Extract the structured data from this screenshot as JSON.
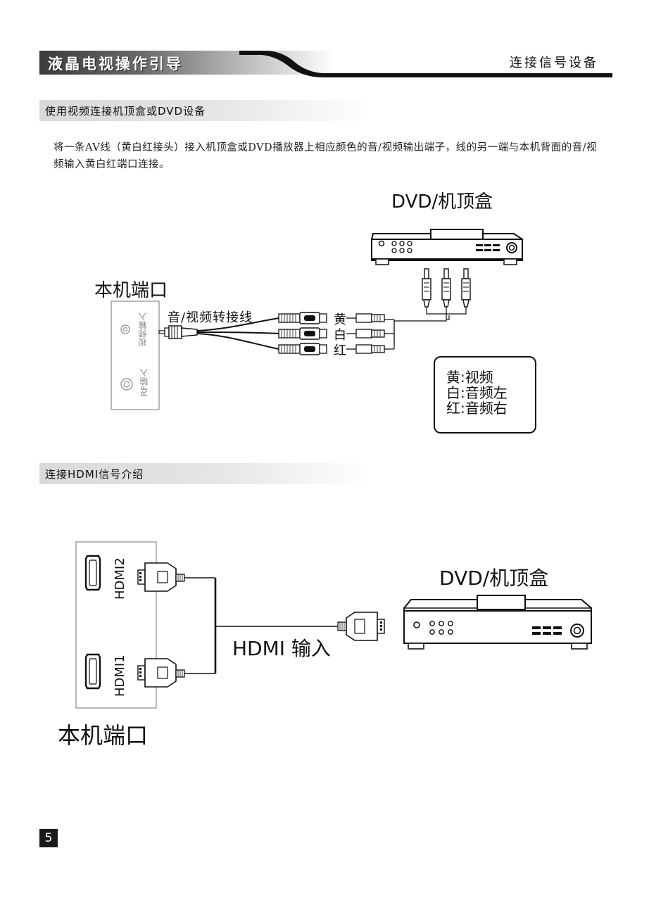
{
  "header": {
    "title": "液晶电视操作引导",
    "section": "连接信号设备"
  },
  "section1": {
    "title": "使用视频连接机顶盒或DVD设备",
    "paragraph": "将一条AV线（黄白红接头）接入机顶盒或DVD播放器上相应颜色的音/视频输出端子，线的另一端与本机背面的音/视频输入黄白红端口连接。",
    "diagram": {
      "device_label": "DVD/机顶盒",
      "port_panel_label": "本机端口",
      "cable_label": "音/视频转接线",
      "panel_port_video": "视频输入",
      "panel_port_rf": "RF输入",
      "plug_colors": [
        "黄",
        "白",
        "红"
      ],
      "legend": [
        {
          "color": "黄",
          "meaning": "视频"
        },
        {
          "color": "白",
          "meaning": "音频左"
        },
        {
          "color": "红",
          "meaning": "音频右"
        }
      ]
    }
  },
  "section2": {
    "title": "连接HDMI信号介绍",
    "diagram": {
      "device_label": "DVD/机顶盒",
      "port_panel_label": "本机端口",
      "cable_label": "HDMI 输入",
      "ports": [
        "HDMI2",
        "HDMI1"
      ]
    }
  },
  "page_number": "5"
}
